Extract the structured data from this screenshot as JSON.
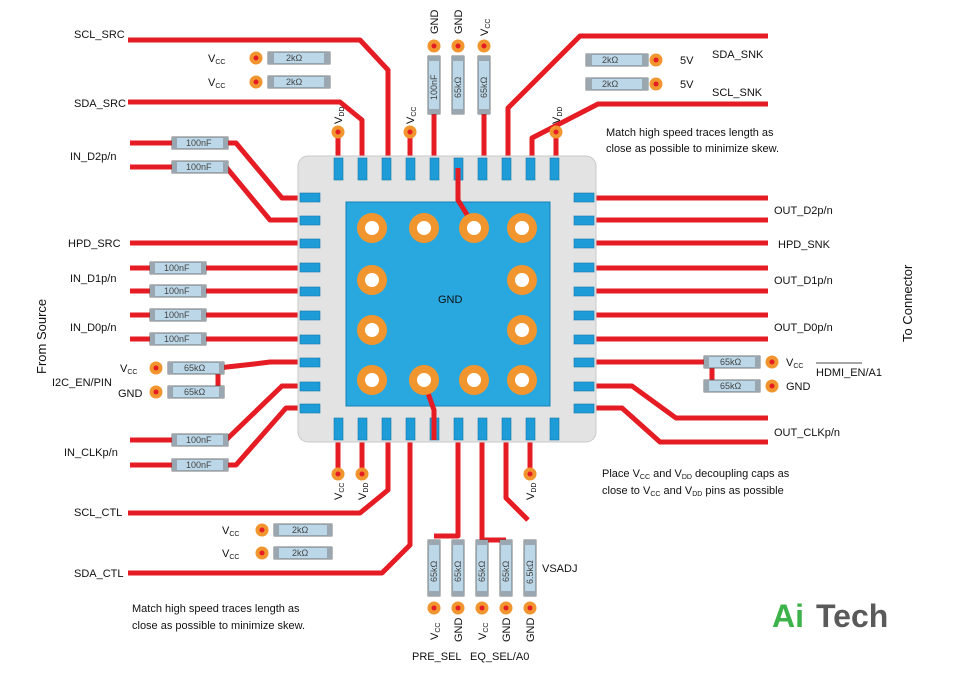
{
  "colors": {
    "trace": "#e51c23",
    "pad": "#1e9cd7",
    "die": "#29a8e0",
    "body": "#e3e3e3",
    "via_ring": "#f1952f",
    "via_hole": "#ffffff",
    "resistor": "#bcd8e8",
    "logo_green": "#3db24b",
    "logo_gray": "#5a5a5a"
  },
  "labels": {
    "scl_src": "SCL_SRC",
    "sda_src": "SDA_SRC",
    "in_d2": "IN_D2p/n",
    "hpd_src": "HPD_SRC",
    "in_d1": "IN_D1p/n",
    "in_d0": "IN_D0p/n",
    "i2c_en": "I2C_EN/PIN",
    "in_clk": "IN_CLKp/n",
    "scl_ctl": "SCL_CTL",
    "sda_ctl": "SDA_CTL",
    "sda_snk": "SDA_SNK",
    "scl_snk": "SCL_SNK",
    "out_d2": "OUT_D2p/n",
    "hpd_snk": "HPD_SNK",
    "out_d1": "OUT_D1p/n",
    "out_d0": "OUT_D0p/n",
    "hdmi_en": "HDMI_EN/A1",
    "out_clk": "OUT_CLKp/n",
    "gnd": "GND",
    "five_v": "5V",
    "vsadj": "VSADJ",
    "pre_sel": "PRE_SEL",
    "eq_sel": "EQ_SEL/A0",
    "from_source": "From Source",
    "to_connector": "To Connector",
    "center_gnd": "GND"
  },
  "power": {
    "v": "V",
    "cc": "CC",
    "dd": "DD"
  },
  "resistors": {
    "r2k": "2kΩ",
    "cap100n": "100nF",
    "r65k": "65kΩ",
    "r6_5k": "6.5kΩ"
  },
  "notes": {
    "top_match_1": "Match high speed traces length as",
    "top_match_2": "close as possible to minimize skew.",
    "bottom_match_1": "Match high speed traces length as",
    "bottom_match_2": "close as possible to minimize skew.",
    "decap_place": "Place ",
    "decap_and": " and ",
    "decap_tail": " decoupling caps as",
    "decap_2_start": "close to ",
    "decap_2_tail": " pins as possible"
  },
  "logo": {
    "part1": "Ai",
    "part2": "Tech"
  }
}
